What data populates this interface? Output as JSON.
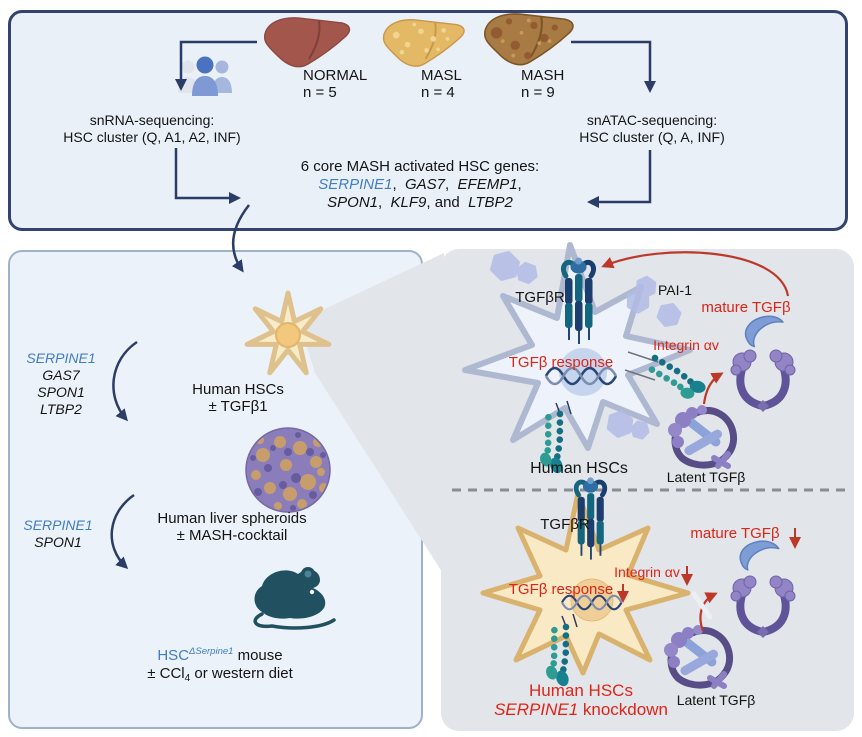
{
  "top_panel": {
    "snrna_seq": {
      "line1": "snRNA-sequencing:",
      "line2": "HSC cluster (Q, A1, A2, INF)"
    },
    "snatac_seq": {
      "line1": "snATAC-sequencing:",
      "line2": "HSC cluster (Q, A, INF)"
    },
    "livers": {
      "normal": {
        "label": "NORMAL",
        "n": "n = 5"
      },
      "masl": {
        "label": "MASL",
        "n": "n = 4"
      },
      "mash": {
        "label": "MASH",
        "n": "n = 9"
      }
    },
    "core_genes": {
      "title": "6 core MASH activated HSC genes:",
      "serpine1": "SERPINE1",
      "sep1": ",  ",
      "gas7": "GAS7",
      "sep2": ",  ",
      "efemp1": "EFEMP1",
      "sep3": ",",
      "spon1": "SPON1",
      "sep4": ",  ",
      "klf9": "KLF9",
      "sep5": ", and  ",
      "ltbp2": "LTBP2"
    }
  },
  "left_panel": {
    "gene_list_top": {
      "serpine1": "SERPINE1",
      "gas7": "GAS7",
      "spon1": "SPON1",
      "ltbp2": "LTBP2"
    },
    "hsc_step": {
      "line1": "Human HSCs",
      "line2": "± TGFβ1"
    },
    "spheroid_step": {
      "line1": "Human liver spheroids",
      "line2": "± MASH-cocktail"
    },
    "gene_list_bottom": {
      "serpine1": "SERPINE1",
      "spon1": "SPON1"
    },
    "mouse_step": {
      "hsc": "HSC",
      "superscript": "ΔSerpine1",
      "mouse": " mouse",
      "line2_start": "± CCl",
      "subscript": "4",
      "line2_end": " or western diet"
    }
  },
  "right_panel": {
    "top_cell": {
      "tgfbr": "TGFβR",
      "pai1": "PAI-1",
      "mature_tgfb": "mature TGFβ",
      "tgfb_response": "TGFβ response",
      "integrin_av": "Integrin αv",
      "human_hscs": "Human HSCs",
      "latent_tgfb": "Latent TGFβ"
    },
    "bottom_cell": {
      "tgfbr": "TGFβR",
      "mature_tgfb": "mature TGFβ",
      "tgfb_response": "TGFβ response",
      "integrin_av": "Integrin αv",
      "human_hscs": "Human HSCs",
      "serpine1": "SERPINE1",
      "knockdown": " knockdown",
      "latent_tgfb": "Latent TGFβ"
    }
  },
  "colors": {
    "accent_blue": "#3F7DC6",
    "highlight_red": "#DF2518",
    "navy": "#2B3D66",
    "top_panel_bg": "#E9F0F8",
    "left_panel_bg": "#ECF2F9",
    "right_panel_bg": "#E2E5E9"
  }
}
